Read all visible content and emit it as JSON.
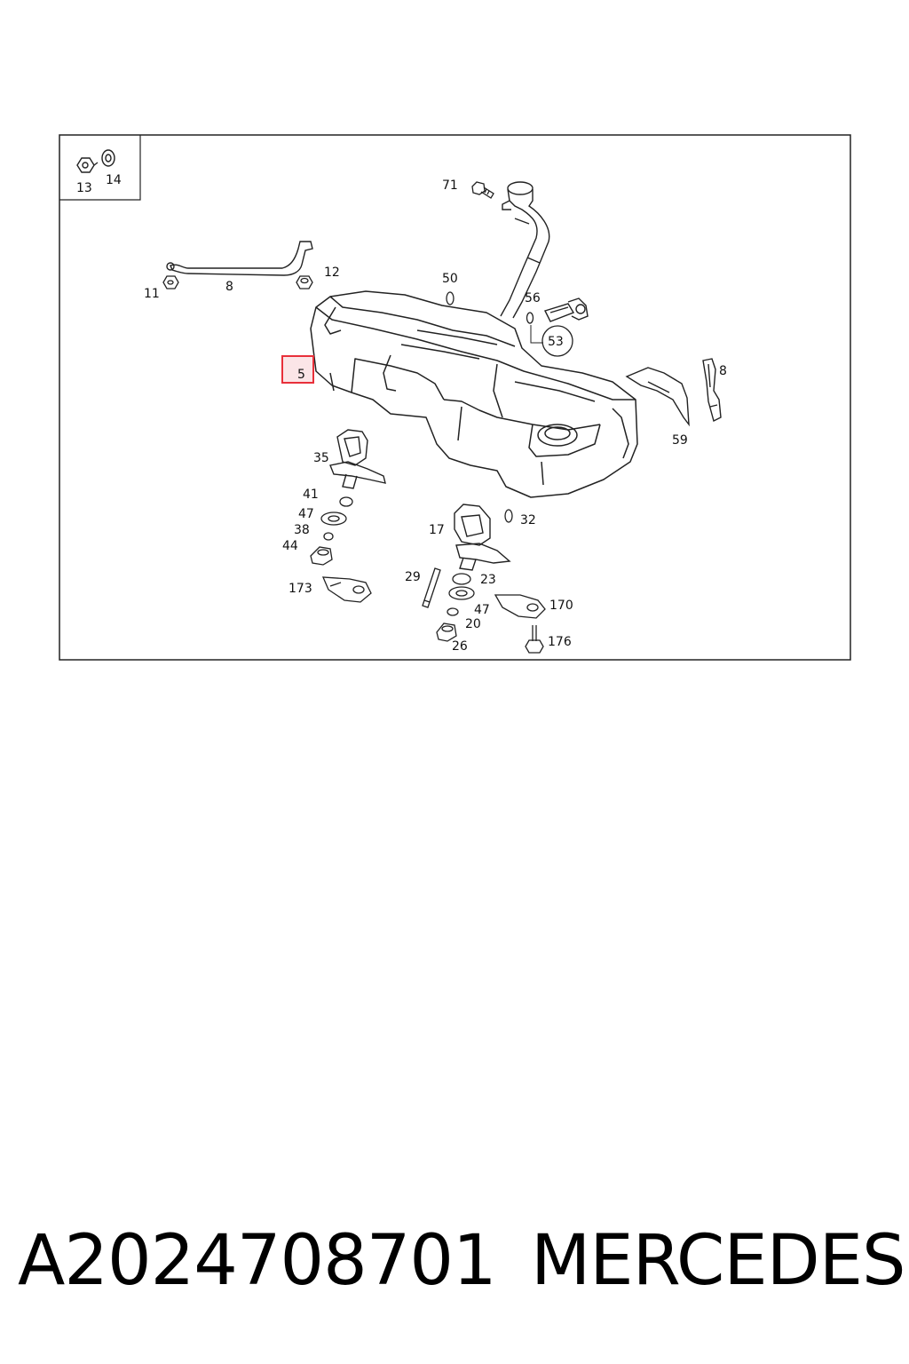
{
  "diagram": {
    "labels": {
      "l13": "13",
      "l14": "14",
      "l71": "71",
      "l11": "11",
      "l8a": "8",
      "l12": "12",
      "l50": "50",
      "l56": "56",
      "l53": "53",
      "l5": "5",
      "l8b": "8",
      "l59": "59",
      "l35": "35",
      "l41": "41",
      "l47a": "47",
      "l38": "38",
      "l44": "44",
      "l173": "173",
      "l17": "17",
      "l32": "32",
      "l29": "29",
      "l23": "23",
      "l47b": "47",
      "l170": "170",
      "l20": "20",
      "l26": "26",
      "l176": "176"
    },
    "highlight_color": "#e8303a"
  },
  "footer": {
    "part_number": "A2024708701",
    "brand": "MERCEDES"
  }
}
